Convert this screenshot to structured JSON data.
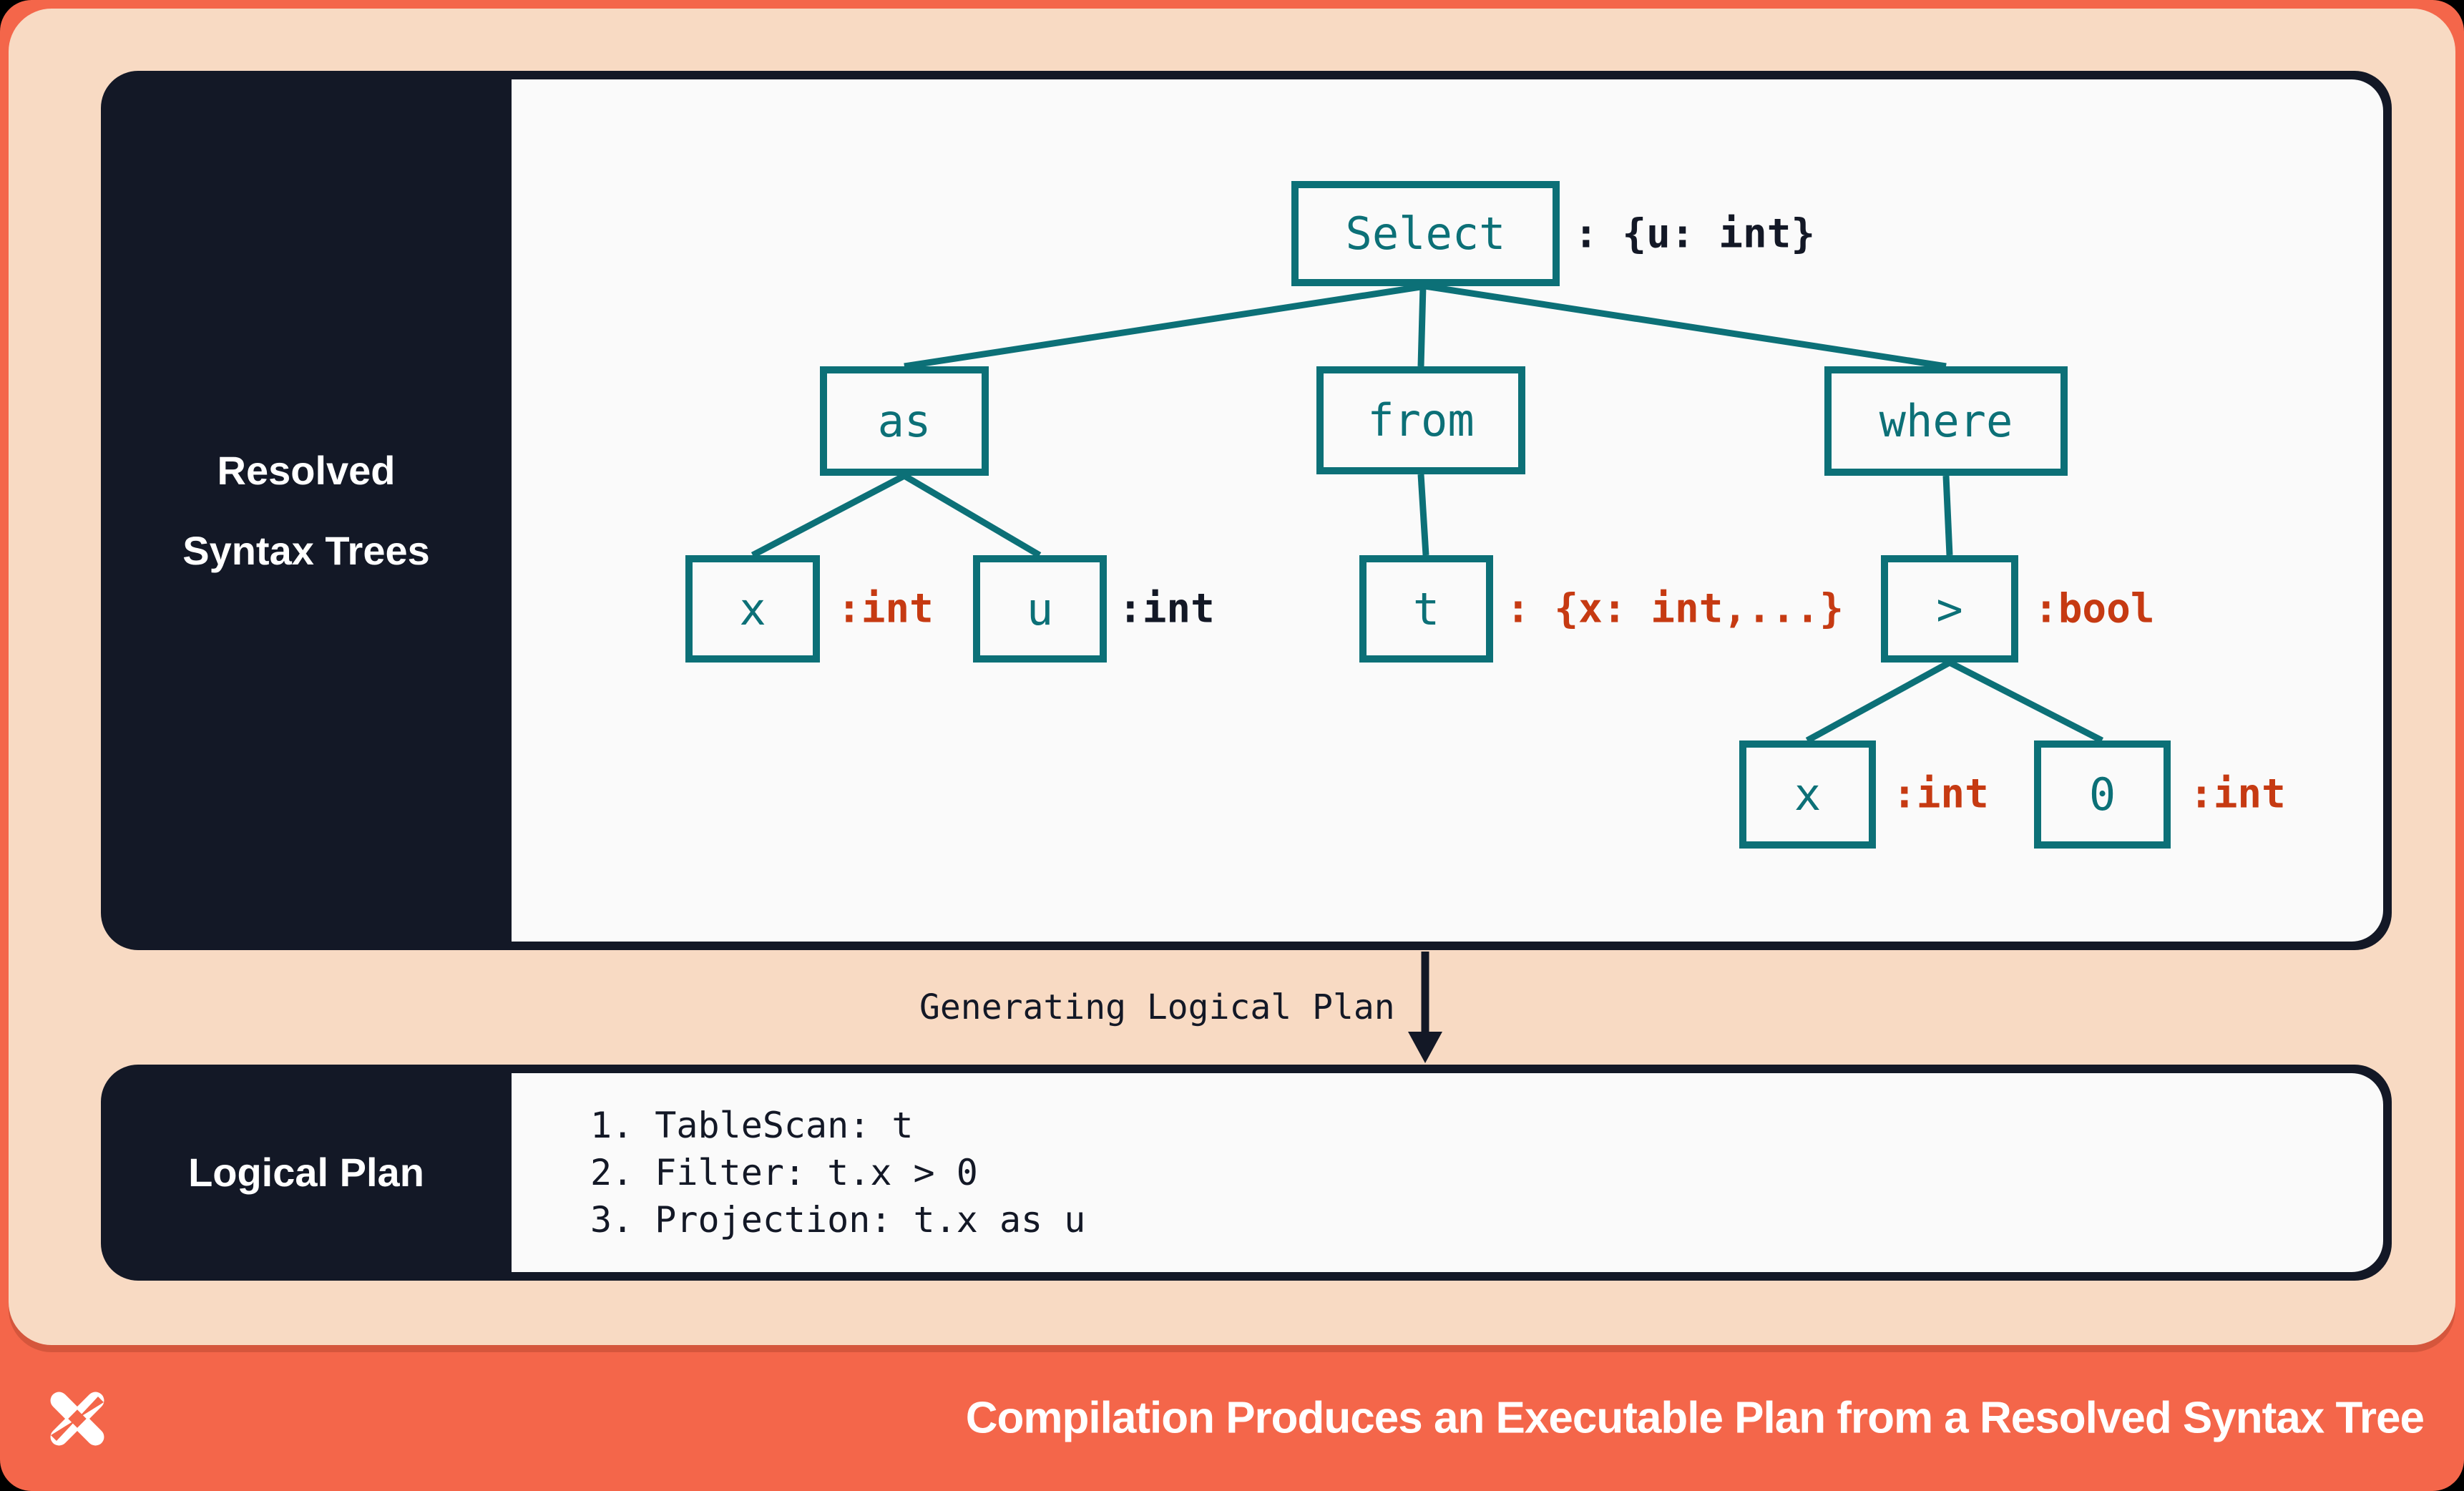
{
  "colors": {
    "coral": "#F4664A",
    "peach": "#F8DAC3",
    "navy": "#131826",
    "surface": "#FAFAFA",
    "teal": "#0C7077",
    "red": "#C63A12",
    "white": "#FFFFFF"
  },
  "resolved_panel": {
    "title_lines": [
      "Resolved",
      "Syntax Trees"
    ]
  },
  "tree": {
    "nodes": [
      {
        "id": "select",
        "label": "Select",
        "annotation": ": {u: int}",
        "annotation_style": "dark"
      },
      {
        "id": "as",
        "label": "as"
      },
      {
        "id": "from",
        "label": "from"
      },
      {
        "id": "where",
        "label": "where"
      },
      {
        "id": "x-alias",
        "label": "x",
        "annotation": ":int",
        "annotation_style": "red"
      },
      {
        "id": "u-alias",
        "label": "u",
        "annotation": ":int",
        "annotation_style": "dark"
      },
      {
        "id": "t-table",
        "label": "t",
        "annotation": ": {x: int,...}",
        "annotation_style": "red"
      },
      {
        "id": "gt",
        "label": ">",
        "annotation": ":bool",
        "annotation_style": "red"
      },
      {
        "id": "x-operand",
        "label": "x",
        "annotation": ":int",
        "annotation_style": "red"
      },
      {
        "id": "zero",
        "label": "0",
        "annotation": ":int",
        "annotation_style": "red"
      }
    ],
    "edges": [
      [
        "Select",
        "as"
      ],
      [
        "Select",
        "from"
      ],
      [
        "Select",
        "where"
      ],
      [
        "as",
        "x"
      ],
      [
        "as",
        "u"
      ],
      [
        "from",
        "t"
      ],
      [
        "where",
        ">"
      ],
      [
        ">",
        "x"
      ],
      [
        ">",
        "0"
      ]
    ]
  },
  "transition": {
    "label": "Generating Logical Plan"
  },
  "logical_plan": {
    "title": "Logical Plan",
    "steps": [
      "1. TableScan: t",
      "2. Filter: t.x > 0",
      "3. Projection: t.x as u"
    ]
  },
  "footer": {
    "title": "Compilation Produces an Executable Plan from a Resolved Syntax Tree"
  }
}
